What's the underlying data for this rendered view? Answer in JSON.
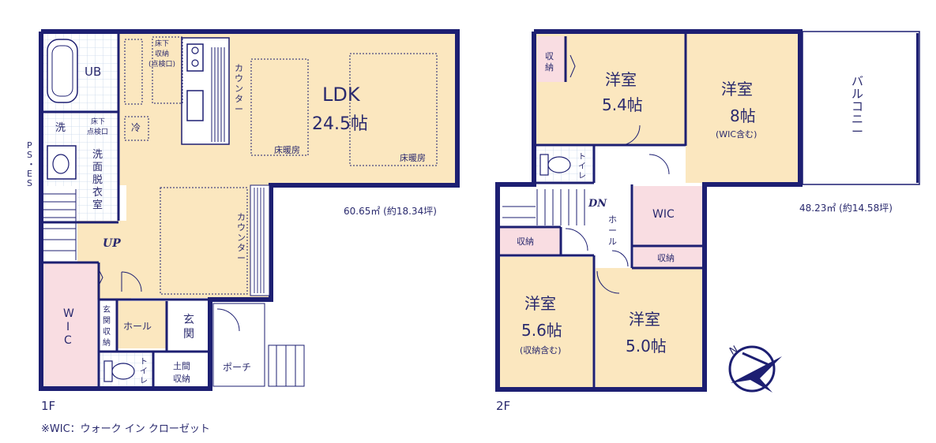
{
  "floor1": {
    "label": "1F",
    "area": "60.65㎡ (約18.34坪)",
    "rooms": {
      "ldk_name": "LDK",
      "ldk_size": "24.5帖",
      "ub": "UB",
      "wash": "洗",
      "underfloor_storage_top": [
        "床下",
        "収納",
        "(点検口)"
      ],
      "underfloor_inspection_left": [
        "床下",
        "点検口"
      ],
      "refrigerator": "冷",
      "washroom": [
        "洗",
        "面",
        "脱",
        "衣",
        "室"
      ],
      "counter_top": [
        "カ",
        "ウ",
        "ン",
        "タ",
        "ー"
      ],
      "counter_bottom": [
        "カ",
        "ウ",
        "ン",
        "タ",
        "ー"
      ],
      "floor_heating_1": "床暖房",
      "floor_heating_2": "床暖房",
      "wic": [
        "W",
        "I",
        "C"
      ],
      "hall": "ホール",
      "entrance_storage": [
        "玄",
        "関",
        "収",
        "納"
      ],
      "entrance": [
        "玄",
        "関"
      ],
      "toilet": [
        "ト",
        "イ",
        "レ"
      ],
      "doma_storage": [
        "土間",
        "収納"
      ],
      "porch": "ポーチ",
      "up": "UP",
      "ps": [
        "P",
        "S",
        "・",
        "E",
        "S"
      ]
    }
  },
  "floor2": {
    "label": "2F",
    "area": "48.23㎡ (約14.58坪)",
    "rooms": {
      "storage_top": [
        "収",
        "納"
      ],
      "western_1_name": "洋室",
      "western_1_size": "5.4帖",
      "western_2_name": "洋室",
      "western_2_size": "8帖",
      "western_2_note": "(WIC含む)",
      "balcony": [
        "バ",
        "ル",
        "コ",
        "ニ",
        "ー"
      ],
      "toilet": [
        "ト",
        "イ",
        "レ"
      ],
      "dn": "DN",
      "hall": [
        "ホ",
        "ー",
        "ル"
      ],
      "wic": "WIC",
      "storage_left": "収納",
      "storage_right": "収納",
      "western_3_name": "洋室",
      "western_3_size": "5.6帖",
      "western_3_note": "(収納含む)",
      "western_4_name": "洋室",
      "western_4_size": "5.0帖"
    }
  },
  "legend": "※WIC：ウォーク イン クローゼット",
  "compass": {
    "label": "N",
    "icon": "north-arrow-icon"
  },
  "colors": {
    "wall": "#1d1f72",
    "room_fill": "#fbe7bf",
    "wet_fill": "#ffffff",
    "wic_fill": "#f9dde2",
    "text": "#2a2a6e",
    "wet_grid": "#c7d6ea"
  }
}
